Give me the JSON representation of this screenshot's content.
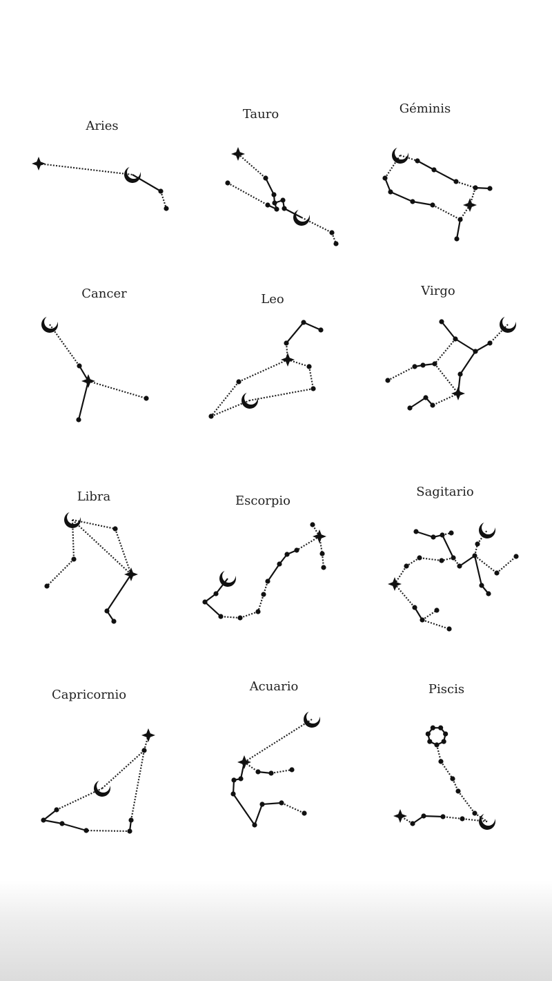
{
  "sheet": {
    "constellations": [
      {
        "name": "Aries"
      },
      {
        "name": "Tauro"
      },
      {
        "name": "Géminis"
      },
      {
        "name": "Cancer"
      },
      {
        "name": "Leo"
      },
      {
        "name": "Virgo"
      },
      {
        "name": "Libra"
      },
      {
        "name": "Escorpio"
      },
      {
        "name": "Sagitario"
      },
      {
        "name": "Capricornio"
      },
      {
        "name": "Acuario"
      },
      {
        "name": "Piscis"
      }
    ]
  }
}
